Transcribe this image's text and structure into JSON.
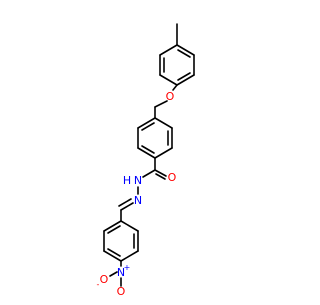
{
  "molecule": {
    "atom_labels": {
      "ether_oxygen": "O",
      "carbonyl_oxygen": "O",
      "amide_nitrogen": "N",
      "amide_hydrogen": "H",
      "imine_nitrogen": "N",
      "nitro_nitrogen": "N",
      "nitro_plus": "+",
      "nitro_oxygen_1": "O",
      "nitro_minus": "-",
      "nitro_oxygen_2": "O"
    },
    "colors": {
      "bond": "#000000",
      "oxygen": "#ff0000",
      "nitrogen": "#0000ff",
      "background": "#ffffff"
    }
  }
}
